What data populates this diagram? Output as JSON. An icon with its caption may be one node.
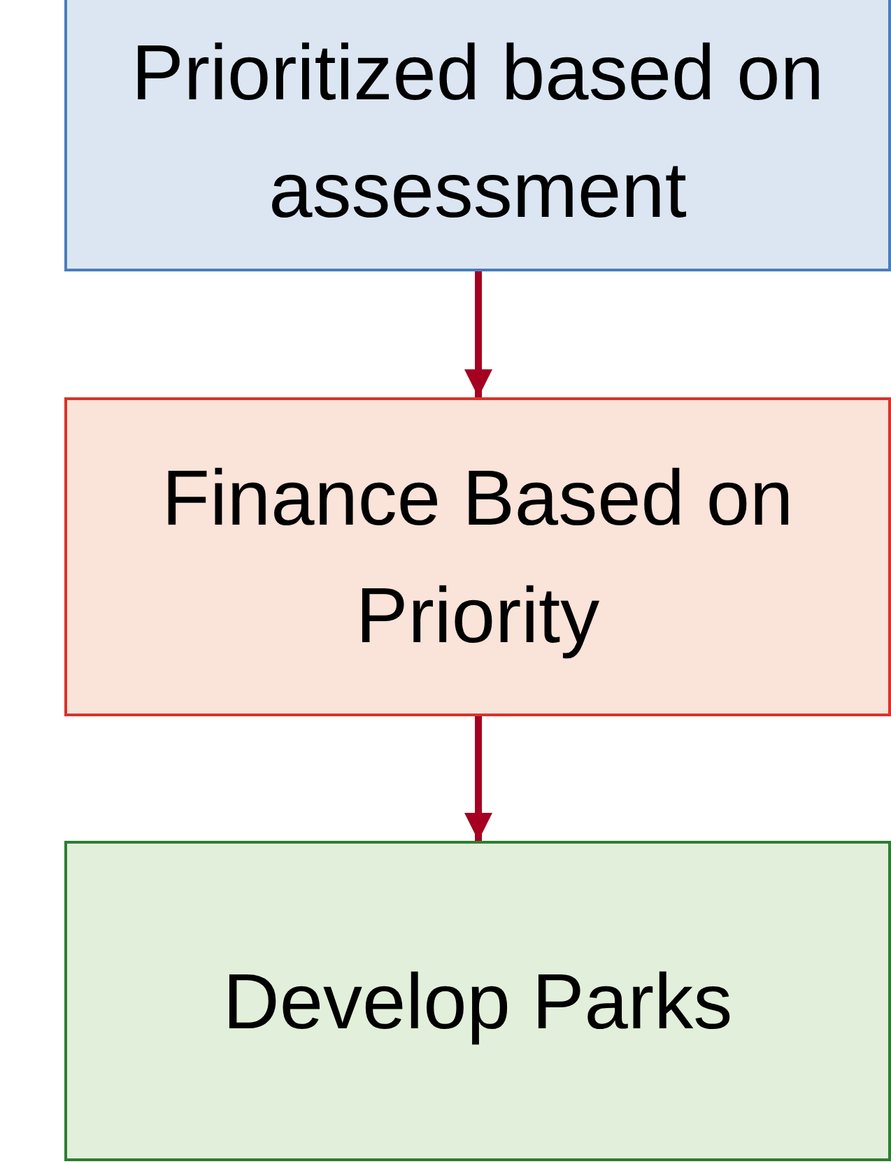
{
  "diagram": {
    "nodes": [
      {
        "text": [
          "Prioritized based on assessment"
        ]
      },
      {
        "text": [
          "Finance Based on Priority"
        ]
      },
      {
        "text": [
          "Develop Parks"
        ]
      }
    ],
    "edges": [
      {
        "from": 0,
        "to": 1,
        "arrow": "to"
      },
      {
        "from": 1,
        "to": 2,
        "arrow": "to"
      }
    ]
  }
}
